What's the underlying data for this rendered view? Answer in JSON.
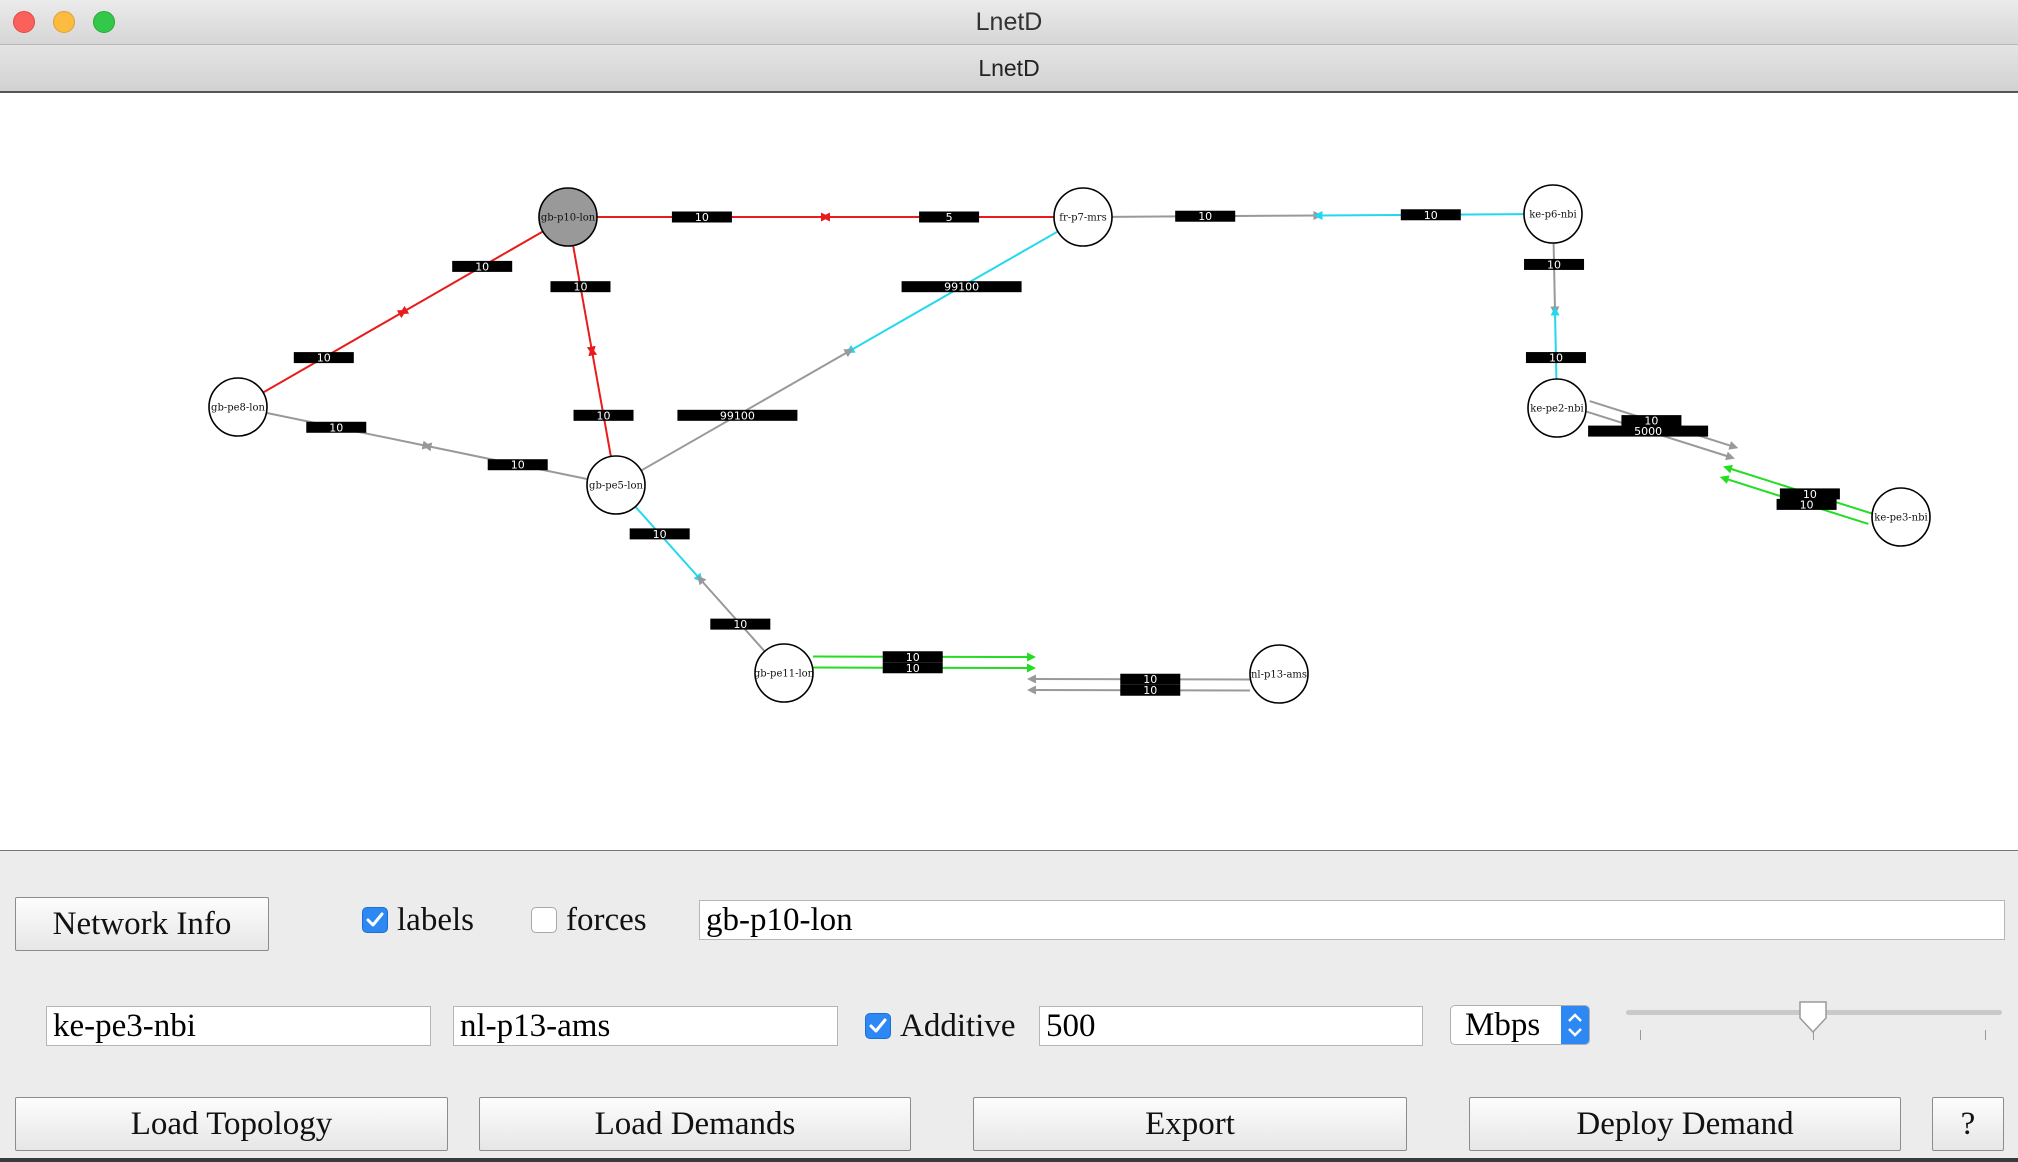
{
  "window": {
    "title": "LnetD",
    "subtitle": "LnetD"
  },
  "graph": {
    "nodes": [
      {
        "id": "gb-p10-lon",
        "selected": true
      },
      {
        "id": "fr-p7-mrs",
        "selected": false
      },
      {
        "id": "ke-p6-nbi",
        "selected": false
      },
      {
        "id": "gb-pe8-lon",
        "selected": false
      },
      {
        "id": "gb-pe5-lon",
        "selected": false
      },
      {
        "id": "ke-pe2-nbi",
        "selected": false
      },
      {
        "id": "ke-pe3-nbi",
        "selected": false
      },
      {
        "id": "gb-pe11-lon",
        "selected": false
      },
      {
        "id": "nl-p13-ams",
        "selected": false
      }
    ],
    "links": [
      {
        "source": "gb-p10-lon",
        "target": "fr-p7-mrs",
        "metric": "10",
        "color": "#e81c1c"
      },
      {
        "source": "fr-p7-mrs",
        "target": "gb-p10-lon",
        "metric": "5",
        "color": "#e81c1c"
      },
      {
        "source": "gb-p10-lon",
        "target": "gb-pe8-lon",
        "metric": "10",
        "color": "#e81c1c"
      },
      {
        "source": "gb-pe8-lon",
        "target": "gb-p10-lon",
        "metric": "10",
        "color": "#e81c1c"
      },
      {
        "source": "gb-p10-lon",
        "target": "gb-pe5-lon",
        "metric": "10",
        "color": "#e81c1c"
      },
      {
        "source": "gb-pe5-lon",
        "target": "gb-p10-lon",
        "metric": "10",
        "color": "#e81c1c"
      },
      {
        "source": "fr-p7-mrs",
        "target": "ke-p6-nbi",
        "metric": "10",
        "color": "#999999"
      },
      {
        "source": "ke-p6-nbi",
        "target": "fr-p7-mrs",
        "metric": "10",
        "color": "#22d8ee"
      },
      {
        "source": "fr-p7-mrs",
        "target": "gb-pe5-lon",
        "metric": "99100",
        "color": "#22d8ee"
      },
      {
        "source": "gb-pe5-lon",
        "target": "fr-p7-mrs",
        "metric": "99100",
        "color": "#999999"
      },
      {
        "source": "gb-pe8-lon",
        "target": "gb-pe5-lon",
        "metric": "10",
        "color": "#999999"
      },
      {
        "source": "gb-pe5-lon",
        "target": "gb-pe8-lon",
        "metric": "10",
        "color": "#999999"
      },
      {
        "source": "gb-pe5-lon",
        "target": "gb-pe11-lon",
        "metric": "10",
        "color": "#22d8ee"
      },
      {
        "source": "gb-pe11-lon",
        "target": "gb-pe5-lon",
        "metric": "10",
        "color": "#999999"
      },
      {
        "source": "ke-p6-nbi",
        "target": "ke-pe2-nbi",
        "metric": "10",
        "color": "#999999"
      },
      {
        "source": "ke-pe2-nbi",
        "target": "ke-p6-nbi",
        "metric": "10",
        "color": "#22d8ee"
      },
      {
        "source": "ke-pe2-nbi",
        "target": "ke-pe3-nbi",
        "metric": "10",
        "color": "#999999"
      },
      {
        "source": "ke-pe2-nbi",
        "target": "ke-pe3-nbi",
        "metric": "5000",
        "color": "#999999"
      },
      {
        "source": "ke-pe3-nbi",
        "target": "ke-pe2-nbi",
        "metric": "10",
        "color": "#22dd22"
      },
      {
        "source": "ke-pe3-nbi",
        "target": "ke-pe2-nbi",
        "metric": "10",
        "color": "#22dd22"
      },
      {
        "source": "gb-pe11-lon",
        "target": "nl-p13-ams",
        "metric": "10",
        "color": "#22dd22"
      },
      {
        "source": "gb-pe11-lon",
        "target": "nl-p13-ams",
        "metric": "10",
        "color": "#22dd22"
      },
      {
        "source": "nl-p13-ams",
        "target": "gb-pe11-lon",
        "metric": "10",
        "color": "#999999"
      },
      {
        "source": "nl-p13-ams",
        "target": "gb-pe11-lon",
        "metric": "10",
        "color": "#999999"
      }
    ]
  },
  "controls": {
    "network_info_label": "Network Info",
    "labels_checkbox": {
      "label": "labels",
      "checked": true
    },
    "forces_checkbox": {
      "label": "forces",
      "checked": false
    },
    "selected_node_value": "gb-p10-lon",
    "source_value": "ke-pe3-nbi",
    "destination_value": "nl-p13-ams",
    "additive_checkbox": {
      "label": "Additive",
      "checked": true
    },
    "bandwidth_value": "500",
    "unit_select_value": "Mbps",
    "slider_fraction": 0.5,
    "load_topology_label": "Load Topology",
    "load_demands_label": "Load Demands",
    "export_label": "Export",
    "deploy_demand_label": "Deploy Demand",
    "help_label": "?"
  },
  "colors": {
    "accent": "#2d88f4",
    "link_red": "#e81c1c",
    "link_cyan": "#22d8ee",
    "link_green": "#22dd22",
    "link_gray": "#999999",
    "selected_node": "#999999"
  }
}
